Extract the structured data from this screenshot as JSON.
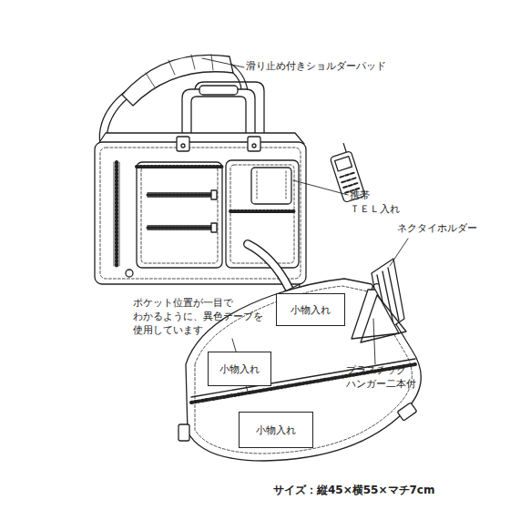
{
  "diagram": {
    "nodes": [
      {
        "text": [
          "小物入れ"
        ]
      },
      {
        "text": [
          "小物入れ"
        ]
      },
      {
        "text": [
          "小物入れ"
        ]
      }
    ],
    "labels": [
      "滑り止め付きショルダーパッド",
      "携帯 ＴＥＬ入れ",
      "ネクタイホルダー",
      "ポケット位置が一目で わかるように、異色テープを 使用しています",
      "プラスチック ハンガー二本付",
      "サイズ：縦45×横55×マチ7cm"
    ]
  }
}
